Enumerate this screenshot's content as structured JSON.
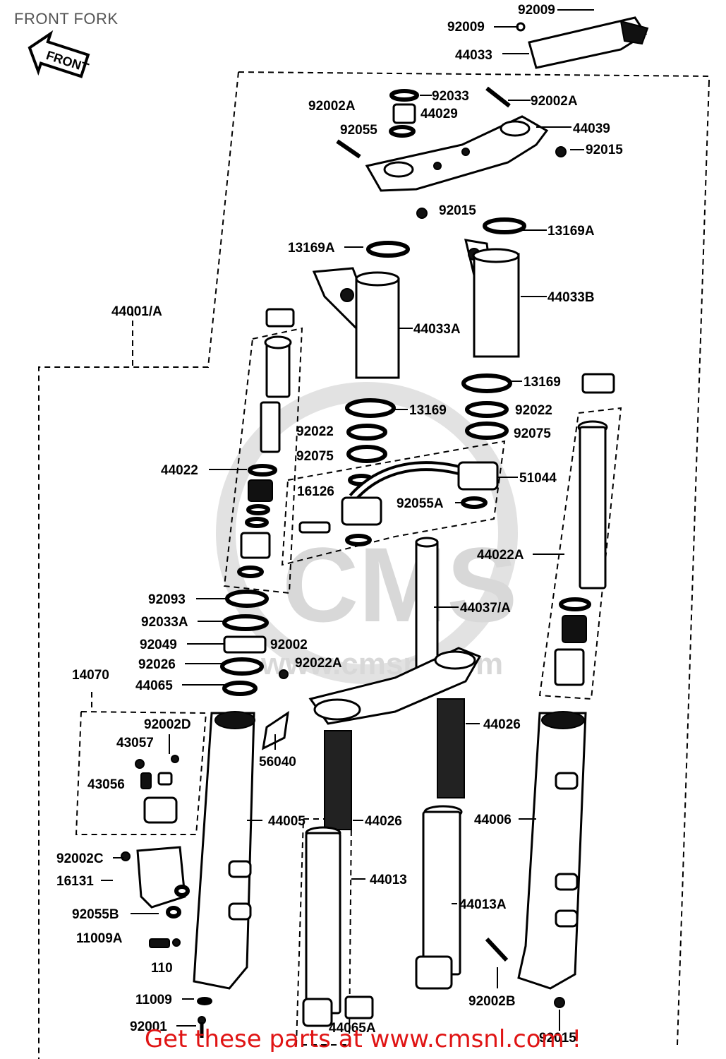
{
  "title": "FRONT FORK",
  "front_arrow": "FRONT",
  "watermark": {
    "brand": "CMS",
    "site": "www.cmsnl.com"
  },
  "footer": "Get these parts at www.cmsnl.com !",
  "labels": {
    "l92009a": "92009",
    "l92009b": "92009",
    "l44033": "44033",
    "l92033": "92033",
    "l92002A_left": "92002A",
    "l92002A_right": "92002A",
    "l44029": "44029",
    "l92055": "92055",
    "l44039": "44039",
    "l92015_top": "92015",
    "l92015_mid": "92015",
    "l13169A_right": "13169A",
    "l13169A_left": "13169A",
    "l44001A": "44001/A",
    "l44033B": "44033B",
    "l44033A": "44033A",
    "l13169_right": "13169",
    "l13169_left": "13169",
    "l92022_right": "92022",
    "l92022_left": "92022",
    "l92075_right": "92075",
    "l92075_left": "92075",
    "l44022": "44022",
    "l51044": "51044",
    "l16126": "16126",
    "l92055A": "92055A",
    "l44022A": "44022A",
    "l92093": "92093",
    "l44037A": "44037/A",
    "l92033A": "92033A",
    "l92049": "92049",
    "l92002": "92002",
    "l92026": "92026",
    "l92022A": "92022A",
    "l14070": "14070",
    "l44065": "44065",
    "l92002D": "92002D",
    "l44026_right": "44026",
    "l43057": "43057",
    "l56040": "56040",
    "l43056": "43056",
    "l44005": "44005",
    "l44026_mid": "44026",
    "l44006": "44006",
    "l92002C": "92002C",
    "l44013": "44013",
    "l16131": "16131",
    "l44013A": "44013A",
    "l92055B": "92055B",
    "l11009A": "11009A",
    "l110": "110",
    "l92002B": "92002B",
    "l11009": "11009",
    "l44065A": "44065A",
    "l92001": "92001",
    "l92015_bottom": "92015"
  }
}
